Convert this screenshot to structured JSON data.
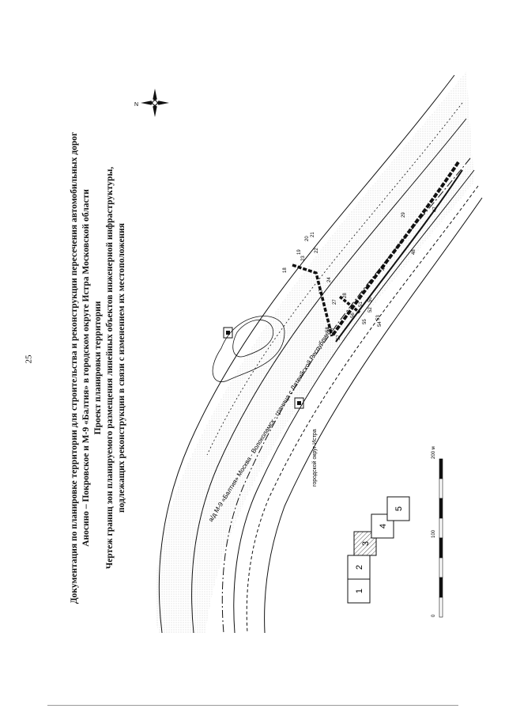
{
  "page_number": "25",
  "title_lines": [
    "Документация по планировке территории для строительства и реконструкции пересечения автомобильных дорог",
    "Аносино – Покровское и М-9 «Балтия» в городском округе Истра Московской области",
    "Проект планировки территории",
    "Чертеж границ зон планируемого размещения линейных объектов инженерной инфраструктуры,",
    "подлежащих реконструкции в связи с изменением их местоположения"
  ],
  "map_labels": {
    "road_label": "а/д М-9 «Балтия» Москва - Волоколамск - граница с Латвийской Республикой",
    "district_label": "городской округ Истра",
    "north_marker": "N"
  },
  "sheet_index": [
    "1",
    "2",
    "3",
    "4",
    "5"
  ],
  "sheet_index_active": "3",
  "scale_bar": {
    "ticks": [
      "0",
      "100",
      "200 м"
    ]
  },
  "point_labels": [
    "18",
    "19",
    "20",
    "21",
    "22",
    "23",
    "24",
    "17",
    "27",
    "28",
    "29",
    "48",
    "47",
    "49",
    "50",
    "51",
    "52",
    "53",
    "54",
    "55",
    "56",
    "57",
    "58"
  ],
  "colors": {
    "ink": "#111111",
    "hatch": "#555555",
    "active_sheet_fill": "#bdbdbd"
  }
}
